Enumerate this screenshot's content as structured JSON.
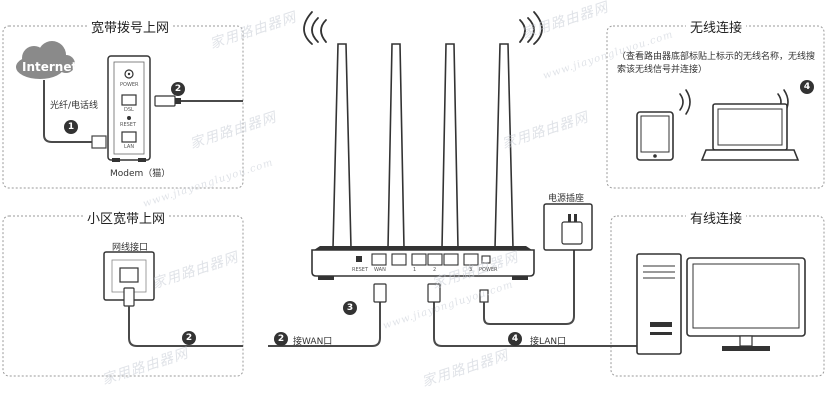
{
  "sections": {
    "broadband_dialup": "宽带拨号上网",
    "community_broadband": "小区宽带上网",
    "wireless": "无线连接",
    "wired": "有线连接"
  },
  "labels": {
    "internet": "Internet",
    "fiber_phone_line": "光纤/电话线",
    "modem": "Modem（猫）",
    "network_port": "网线接口",
    "power_outlet": "电源插座",
    "connect_wan": "接WAN口",
    "connect_lan": "接LAN口",
    "wireless_hint": "（查看路由器底部标贴上标示的无线名称，无线搜索该无线信号并连接）"
  },
  "modem_ports": {
    "power": "POWER",
    "dsl": "DSL",
    "reset": "RESET",
    "lan": "LAN"
  },
  "router_ports": {
    "reset": "RESET",
    "wan": "WAN",
    "lan1": "1",
    "lan2": "2",
    "lan3": "3",
    "power": "POWER"
  },
  "steps": {
    "modem_line": "1",
    "modem_to_router": "2",
    "community_line": "2",
    "wan": "2",
    "router_lan_cable": "3",
    "lan": "4",
    "wireless": "4"
  },
  "watermark": {
    "cn": "家用路由器网",
    "en": "www.jiayongluyou.com"
  }
}
